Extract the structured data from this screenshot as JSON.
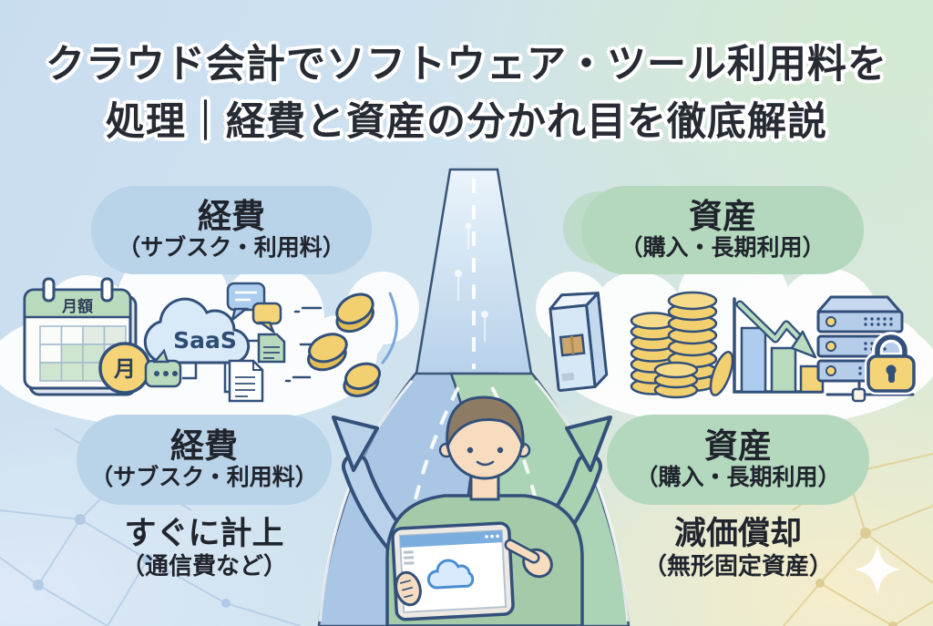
{
  "title": {
    "line1": "クラウド会計でソフトウェア・ツール利用料を",
    "line2": "処理｜経費と資産の分かれ目を徹底解説"
  },
  "top_left_pill": {
    "label": "経費",
    "sublabel": "（サブスク・利用料）"
  },
  "top_right_pill": {
    "label": "資産",
    "sublabel": "（購入・長期利用）"
  },
  "bottom_left": {
    "pill_label": "経費",
    "pill_sublabel": "（サブスク・利用料）",
    "treatment": "すぐに計上",
    "treatment_note": "（通信費など）"
  },
  "bottom_right": {
    "pill_label": "資産",
    "pill_sublabel": "（購入・長期利用）",
    "treatment": "減価償却",
    "treatment_note": "（無形固定資産）"
  },
  "icon_labels": {
    "calendar_header": "月額",
    "calendar_badge": "月",
    "saas": "SaaS"
  },
  "colors": {
    "expense_pill": "#b9d3e8",
    "asset_pill": "#b4d8bd",
    "road_left": "#a9c7e5",
    "road_right": "#abd3b5",
    "coin": "#f2d070",
    "outline": "#33507a",
    "text": "#20242d"
  }
}
